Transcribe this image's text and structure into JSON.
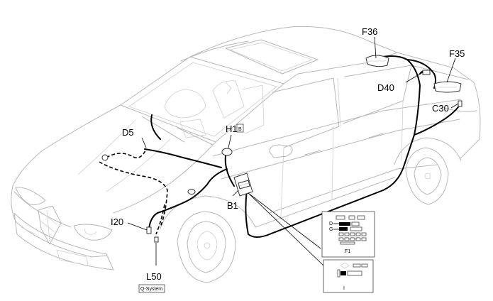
{
  "labels": {
    "f36": "F36",
    "f35": "F35",
    "d40": "D40",
    "c30": "C30",
    "d5": "D5",
    "h1": "H1",
    "h1_badge": "B",
    "b1": "B1",
    "i20": "I20",
    "l50": "L50",
    "q_system": "Q-System"
  },
  "inset_fuse_box": {
    "row_d": "D",
    "row_g": "G",
    "caption": "F1"
  },
  "inset_connector": {
    "caption": "I"
  }
}
